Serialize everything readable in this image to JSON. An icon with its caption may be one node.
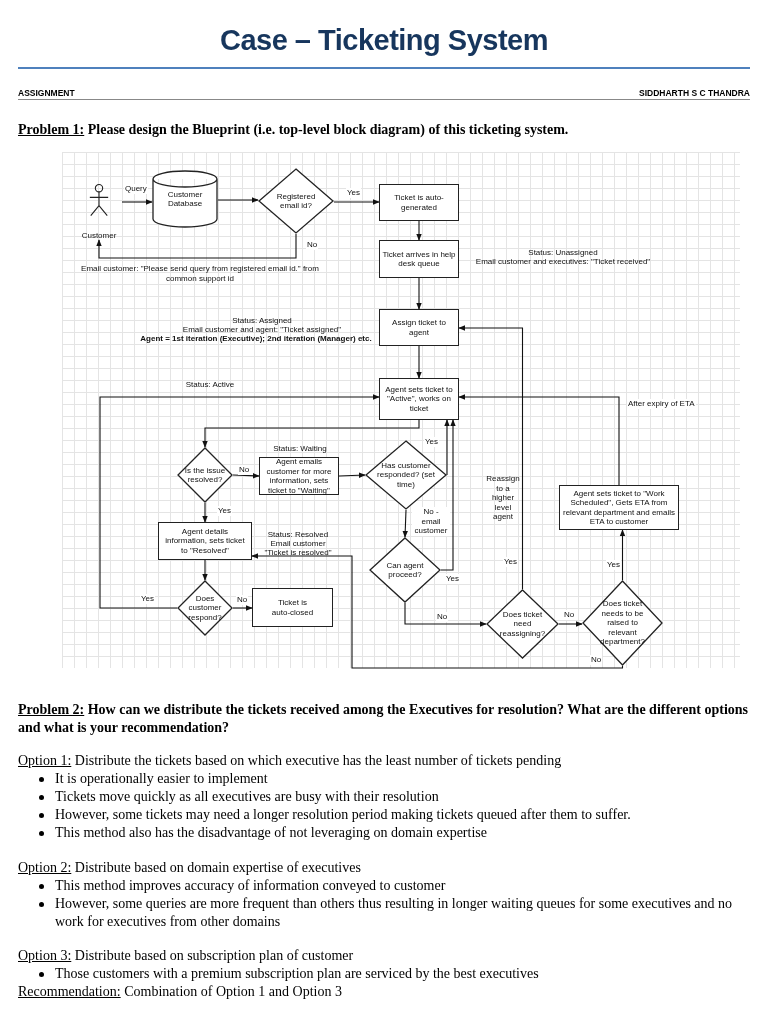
{
  "diagram": {
    "title": "Case – Ticketing System",
    "nodes": [
      {
        "text": [
          "Customer"
        ]
      },
      {
        "text": [
          "Customer Database"
        ]
      },
      {
        "text": [
          "Registered email id?"
        ]
      },
      {
        "text": [
          "Ticket is auto-generated"
        ]
      },
      {
        "text": [
          "Ticket arrives in help desk queue"
        ]
      },
      {
        "text": [
          "Assign ticket to agent"
        ]
      },
      {
        "text": [
          "Agent sets ticket to \"Active\", works on ticket"
        ]
      },
      {
        "text": [
          "Is the issue resolved?"
        ]
      },
      {
        "text": [
          "Agent emails customer for more information, sets ticket to \"Waiting\""
        ]
      },
      {
        "text": [
          "Has customer responded? (set time)"
        ]
      },
      {
        "text": [
          "Agent details information, sets ticket to \"Resolved\""
        ]
      },
      {
        "text": [
          "Can agent proceed?"
        ]
      },
      {
        "text": [
          "Does customer respond?"
        ]
      },
      {
        "text": [
          "Ticket is auto-closed"
        ]
      },
      {
        "text": [
          "Does ticket need reassigning?"
        ]
      },
      {
        "text": [
          "Does ticket needs to be raised to relevant department?"
        ]
      },
      {
        "text": [
          "Agent sets ticket to \"Work Scheduled\", Gets ETA from relevant department and emails ETA to customer"
        ]
      }
    ],
    "edges": [
      {
        "from": 0,
        "to": 1,
        "arrow": "to",
        "label": "Query"
      },
      {
        "from": 1,
        "to": 2,
        "arrow": "to"
      },
      {
        "from": 2,
        "to": 3,
        "arrow": "to",
        "label": "Yes"
      },
      {
        "from": 2,
        "to": 0,
        "arrow": "to",
        "label": "No"
      },
      {
        "from": 3,
        "to": 4,
        "arrow": "to"
      },
      {
        "from": 4,
        "to": 5,
        "arrow": "to"
      },
      {
        "from": 5,
        "to": 6,
        "arrow": "to"
      },
      {
        "from": 6,
        "to": 7,
        "arrow": "to"
      },
      {
        "from": 7,
        "to": 8,
        "arrow": "to",
        "label": "No"
      },
      {
        "from": 8,
        "to": 9,
        "arrow": "to"
      },
      {
        "from": 9,
        "to": 6,
        "arrow": "to",
        "label": "Yes"
      },
      {
        "from": 7,
        "to": 10,
        "arrow": "to",
        "label": "Yes"
      },
      {
        "from": 9,
        "to": 11,
        "arrow": "to",
        "label": "No - email customer"
      },
      {
        "from": 10,
        "to": 12,
        "arrow": "to"
      },
      {
        "from": 11,
        "to": 6,
        "arrow": "to",
        "label": "Yes"
      },
      {
        "from": 12,
        "to": 13,
        "arrow": "to",
        "label": "No"
      },
      {
        "from": 12,
        "to": 6,
        "arrow": "to",
        "label": "Yes"
      },
      {
        "from": 11,
        "to": 14,
        "arrow": "to",
        "label": "No"
      },
      {
        "from": 14,
        "to": 5,
        "arrow": "to",
        "label": "Yes"
      },
      {
        "from": 14,
        "to": 15,
        "arrow": "to",
        "label": "No"
      },
      {
        "from": 15,
        "to": 16,
        "arrow": "to",
        "label": "Yes"
      },
      {
        "from": 16,
        "to": 6,
        "arrow": "to",
        "label": "After expiry of ETA"
      },
      {
        "from": 15,
        "to": 10,
        "arrow": "to",
        "label": "No"
      }
    ],
    "labels": [
      "ASSIGNMENT",
      "SIDDHARTH S C THANDRA",
      "Problem 1:",
      "Please design the Blueprint (i.e. top-level block diagram) of this ticketing system.",
      "Email customer: \"Please send query from registered email id.\" from common support id",
      "Status: Unassigned",
      "Email customer and executives: \"Ticket received\"",
      "Status: Assigned",
      "Email customer and agent: \"Ticket assigned\"",
      "Agent = 1st iteration (Executive); 2nd iteration (Manager) etc.",
      "Status: Active",
      "Status: Waiting",
      "Reassign to a higher level agent",
      "Status: Resolved",
      "Email customer",
      "\"Ticket is resolved\"",
      "Problem 2:",
      "How can we distribute the tickets received among the Executives for resolution? What are the different options and what is your recommendation?",
      "Option 1:",
      "Distribute the tickets based on which executive has the least number of tickets pending",
      "It is operationally easier to implement",
      "Tickets move quickly as all executives are busy with their resolution",
      "However, some tickets may need a longer resolution period making tickets queued after them to suffer.",
      "This method also has the disadvantage of not leveraging on domain expertise",
      "Option 2:",
      "Distribute based on domain expertise of executives",
      "This method improves accuracy of information conveyed to customer",
      "However, some queries are more frequent than others thus resulting in longer waiting queues for some executives and no work for executives from other domains",
      "Option 3:",
      "Distribute based on subscription plan of customer",
      "Those customers with a premium subscription plan are serviced by the best executives",
      "Recommendation:",
      "Combination of Option 1 and Option 3"
    ]
  }
}
